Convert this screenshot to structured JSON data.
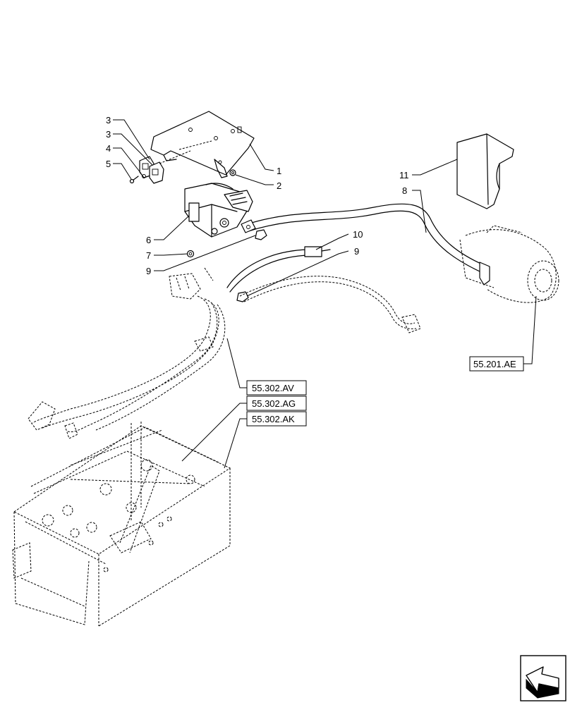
{
  "callouts": {
    "c1": "1",
    "c2": "2",
    "c3a": "3",
    "c3b": "3",
    "c4": "4",
    "c5": "5",
    "c6": "6",
    "c7": "7",
    "c8": "8",
    "c9a": "9",
    "c9b": "9",
    "c10": "10",
    "c11": "11"
  },
  "references": {
    "starter": "55.201.AE",
    "harness_av": "55.302.AV",
    "harness_ag": "55.302.AG",
    "harness_ak": "55.302.AK"
  },
  "nav_icon": "next-page-arrow-icon"
}
